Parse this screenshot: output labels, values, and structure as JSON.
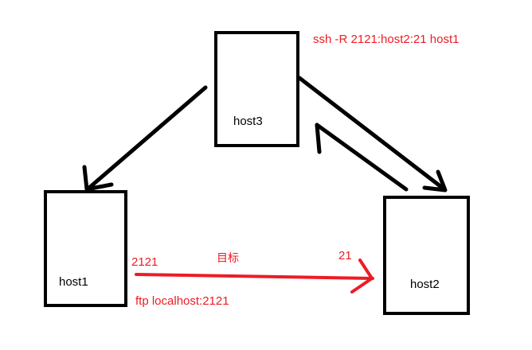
{
  "nodes": {
    "host3": {
      "label": "host3"
    },
    "host1": {
      "label": "host1"
    },
    "host2": {
      "label": "host2"
    }
  },
  "annotations": {
    "ssh_command": "ssh -R 2121:host2:21 host1",
    "port_local": "2121",
    "port_remote": "21",
    "target_label": "目标",
    "ftp_command": "ftp localhost:2121"
  },
  "colors": {
    "annotation": "#ed1c24",
    "stroke": "#000000"
  }
}
